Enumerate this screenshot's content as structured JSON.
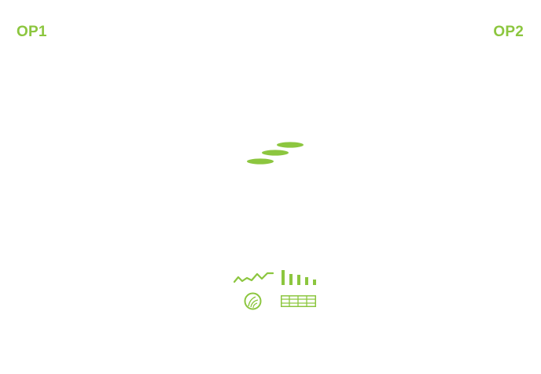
{
  "labels": {
    "left": "OP1",
    "right": "OP2"
  },
  "colors": {
    "accent": "#8cc63f"
  },
  "logo": {
    "name": "stacked-ovals-logo"
  },
  "icons": [
    {
      "name": "line-chart-icon"
    },
    {
      "name": "bar-chart-icon"
    },
    {
      "name": "globe-icon"
    },
    {
      "name": "table-icon"
    }
  ]
}
